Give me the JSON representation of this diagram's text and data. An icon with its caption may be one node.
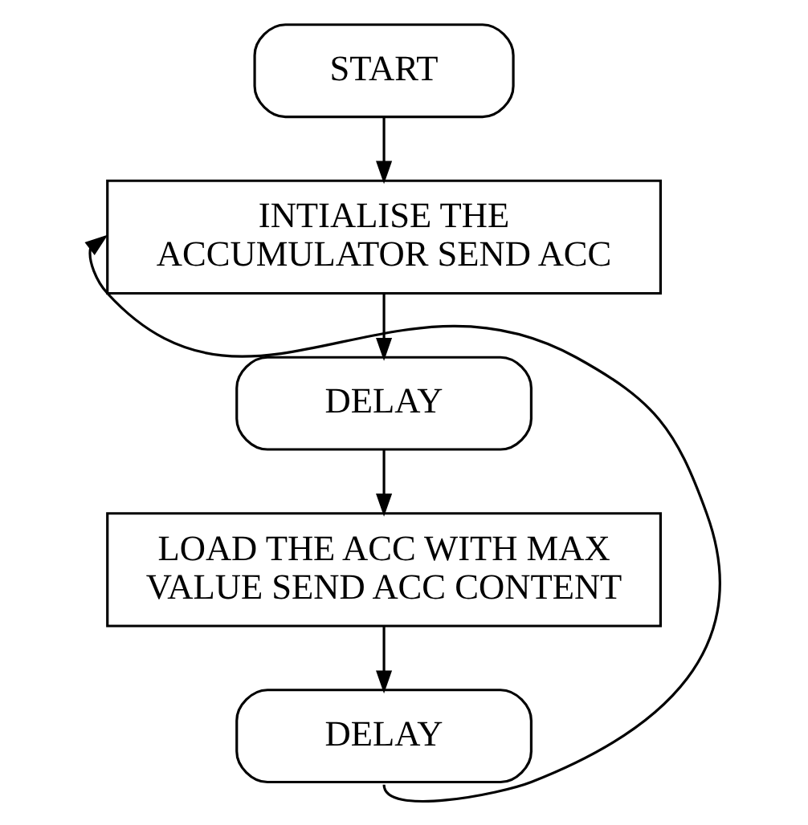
{
  "diagram": {
    "nodes": [
      {
        "text": [
          "START"
        ]
      },
      {
        "text": [
          "INTIALISE THE ACCUMULATOR SEND ACC"
        ]
      },
      {
        "text": [
          "DELAY"
        ]
      },
      {
        "text": [
          "LOAD THE ACC WITH MAX VALUE SEND ACC CONTENT"
        ]
      },
      {
        "text": [
          "DELAY"
        ]
      }
    ],
    "edges": [
      {
        "from": 0,
        "to": 1,
        "arrow": "to"
      },
      {
        "from": 1,
        "to": 2,
        "arrow": "to"
      },
      {
        "from": 2,
        "to": 3,
        "arrow": "to"
      },
      {
        "from": 3,
        "to": 4,
        "arrow": "to"
      },
      {
        "from": 4,
        "to": 1,
        "arrow": "to"
      }
    ]
  }
}
